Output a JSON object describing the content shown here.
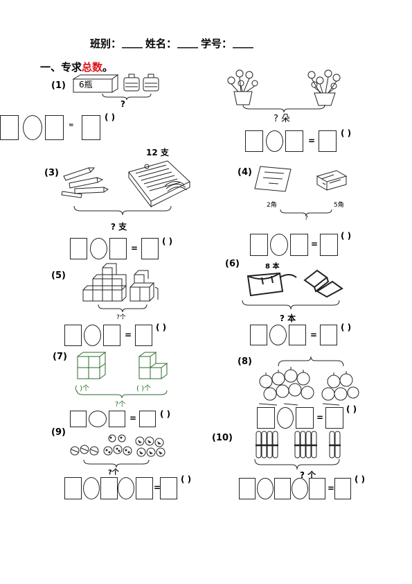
{
  "header": {
    "class_label": "班别：",
    "name_label": "姓名：",
    "id_label": "学号：",
    "blank": "____"
  },
  "section": {
    "prefix": "一、专求",
    "highlight": "总数",
    "suffix": "。"
  },
  "problems": {
    "p1": {
      "num": "(1)",
      "box_label": "6瓶",
      "question": "?",
      "paren": "(    )"
    },
    "p2": {
      "question": "? 朵",
      "paren": "(    )"
    },
    "p3": {
      "num": "(3)",
      "top_label": "12 支",
      "question": "? 支",
      "paren": "(    )"
    },
    "p4": {
      "num": "(4)",
      "label_left": "2角",
      "label_right": "5角",
      "question": "?",
      "paren": "(    )"
    },
    "p5": {
      "num": "(5)",
      "question": "?个",
      "paren": "(    )"
    },
    "p6": {
      "num": "(6)",
      "top_label": "8 本",
      "question": "?  本",
      "paren": "(    )"
    },
    "p7": {
      "num": "(7)",
      "blank_left": "(       )个",
      "blank_right": "(       )个",
      "question": "?个",
      "paren": "(    )"
    },
    "p8": {
      "num": "(8)",
      "paren": "(    )"
    },
    "p9": {
      "num": "(9)",
      "question": "?个",
      "paren": "(    )"
    },
    "p10": {
      "num": "(10)",
      "question": "? 个",
      "paren": "(    )"
    }
  },
  "symbols": {
    "equals": "="
  }
}
